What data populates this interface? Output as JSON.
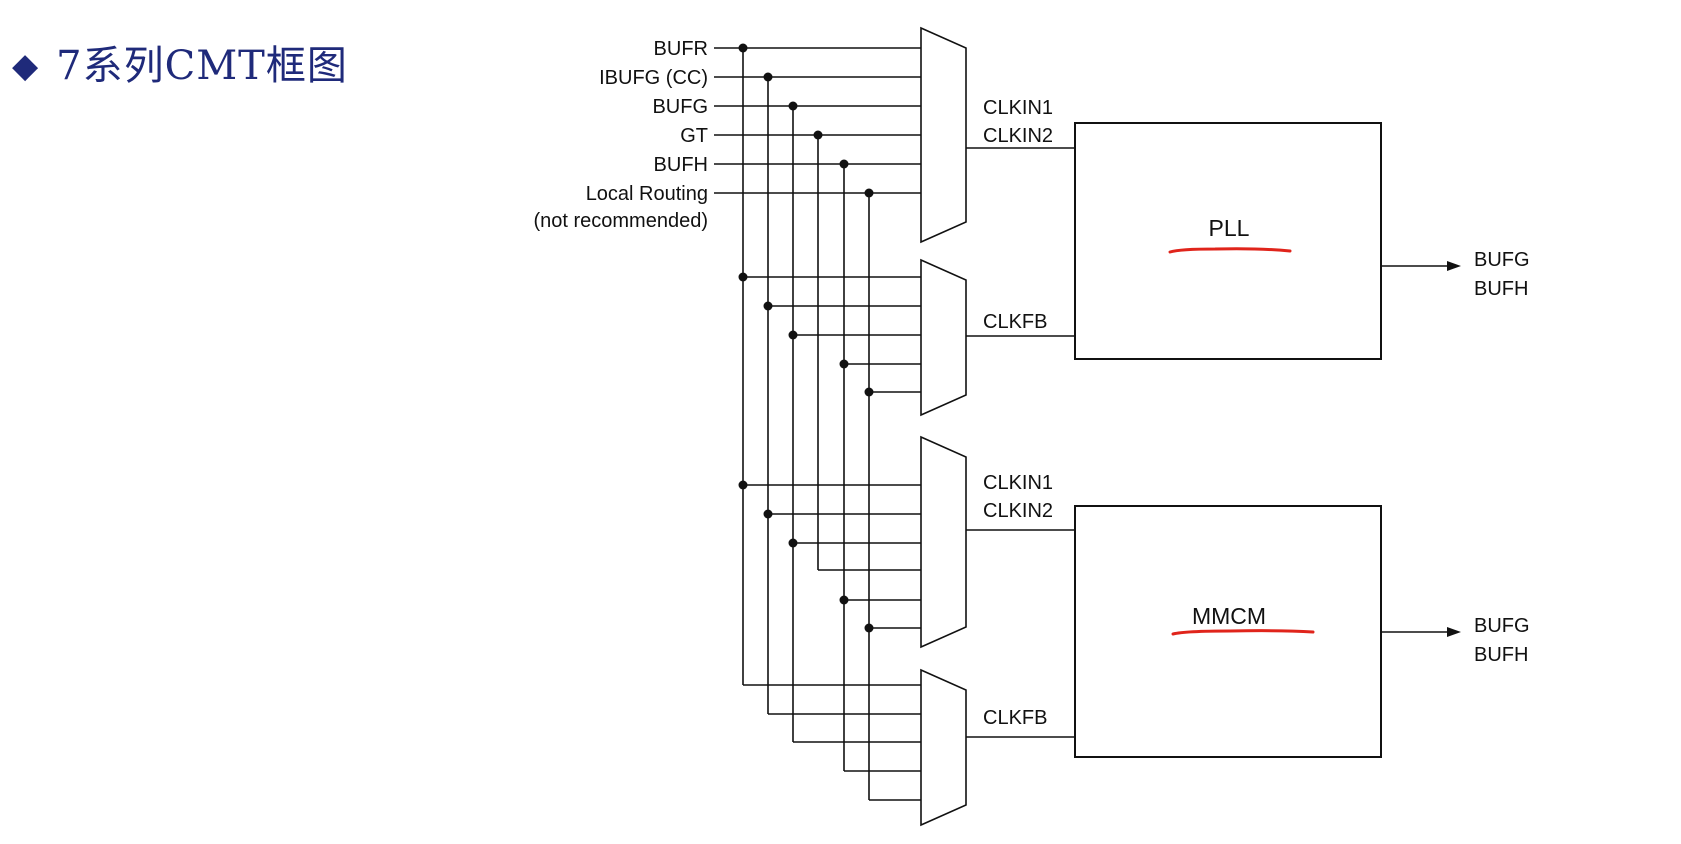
{
  "slide": {
    "title": "7系列CMT框图"
  },
  "inputs": [
    "BUFR",
    "IBUFG (CC)",
    "BUFG",
    "GT",
    "BUFH",
    "Local Routing",
    "(not recommended)"
  ],
  "pll_block": {
    "name": "PLL",
    "clkin1": "CLKIN1",
    "clkin2": "CLKIN2",
    "clkfb": "CLKFB",
    "out1": "BUFG",
    "out2": "BUFH"
  },
  "mmcm_block": {
    "name": "MMCM",
    "clkin1": "CLKIN1",
    "clkin2": "CLKIN2",
    "clkfb": "CLKFB",
    "out1": "BUFG",
    "out2": "BUFH"
  },
  "colors": {
    "title": "#1f2a7a",
    "annotation_underline": "#e0241b",
    "line": "#111111"
  }
}
